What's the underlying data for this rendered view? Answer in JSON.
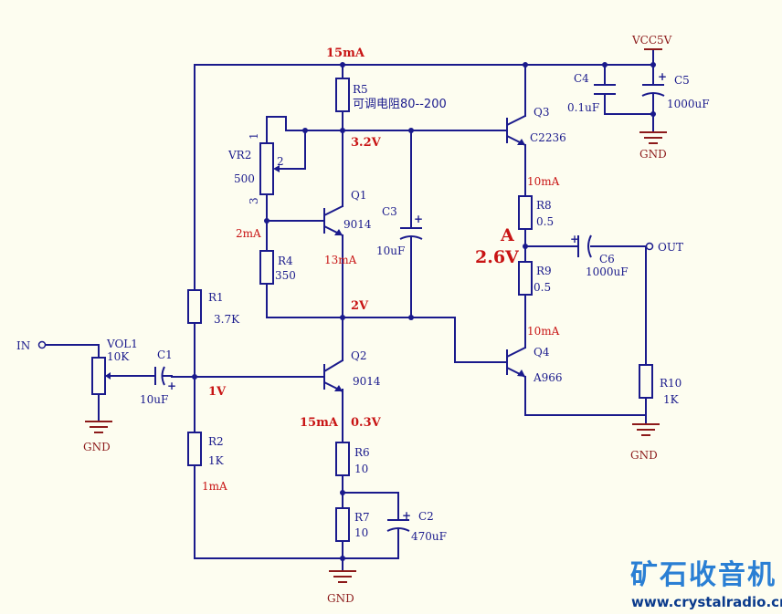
{
  "supply": {
    "vcc": "VCC5V",
    "gnd": "GND"
  },
  "ports": {
    "in": "IN",
    "out": "OUT"
  },
  "components": {
    "vol1": {
      "ref": "VOL1",
      "value": "10K"
    },
    "c1": {
      "ref": "C1",
      "value": "10uF"
    },
    "r1": {
      "ref": "R1",
      "value": "3.7K"
    },
    "r2": {
      "ref": "R2",
      "value": "1K"
    },
    "vr2": {
      "ref": "VR2",
      "value": "500",
      "pin1": "1",
      "pin2": "2",
      "pin3": "3"
    },
    "r4": {
      "ref": "R4",
      "value": "350"
    },
    "r5": {
      "ref": "R5",
      "value": "可调电阻80--200"
    },
    "q1": {
      "ref": "Q1",
      "value": "9014"
    },
    "q2": {
      "ref": "Q2",
      "value": "9014"
    },
    "c3": {
      "ref": "C3",
      "value": "10uF"
    },
    "r6": {
      "ref": "R6",
      "value": "10"
    },
    "r7": {
      "ref": "R7",
      "value": "10"
    },
    "c2": {
      "ref": "C2",
      "value": "470uF"
    },
    "q3": {
      "ref": "Q3",
      "value": "C2236"
    },
    "q4": {
      "ref": "Q4",
      "value": "A966"
    },
    "r8": {
      "ref": "R8",
      "value": "0.5"
    },
    "r9": {
      "ref": "R9",
      "value": "0.5"
    },
    "c4": {
      "ref": "C4",
      "value": "0.1uF"
    },
    "c5": {
      "ref": "C5",
      "value": "1000uF"
    },
    "c6": {
      "ref": "C6",
      "value": "1000uF"
    },
    "r10": {
      "ref": "R10",
      "value": "1K"
    }
  },
  "annotations": {
    "top_current": "15mA",
    "v_q1_base": "3.2V",
    "i_r4": "2mA",
    "i_q1": "13mA",
    "v_q1_emitter": "2V",
    "v_q2_base": "1V",
    "i_q2_emitter": "15mA",
    "v_q2_emitter": "0.3V",
    "i_r2": "1mA",
    "i_r8": "10mA",
    "i_r9": "10mA",
    "node_a": "A",
    "v_node_a": "2.6V"
  },
  "watermark": {
    "name": "矿石收音机",
    "url": "www.crystalradio.cn"
  },
  "colors": {
    "wire": "#1a1a8c",
    "label_red": "#c81414",
    "ground": "#8c1a1a",
    "background": "#fdfdf0",
    "logo": "#2a7fd4"
  }
}
